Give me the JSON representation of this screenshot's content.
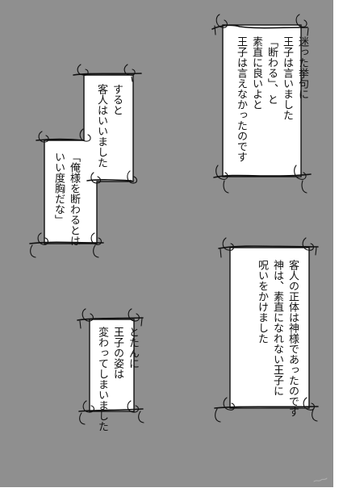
{
  "page": {
    "background_color": "#8f8f8f",
    "paper_color": "#ffffff",
    "ink_color": "#111111"
  },
  "captions": {
    "top_right": {
      "lines": [
        "迷った挙句に",
        "王子は言いました",
        "「断わる」、と",
        "素直に良いよと",
        "王子は言えなかったのです"
      ]
    },
    "left_stepped": {
      "lines": [
        "すると",
        "客人はいいました",
        "「俺様を断わるとは",
        "いい度胸だな」"
      ]
    },
    "bottom_right": {
      "lines": [
        "客人の正体は神様であったのです",
        "神は、素直になれない王子に",
        "呪いをかけました"
      ]
    },
    "bottom_center": {
      "lines": [
        "とたんに",
        "王子の姿は",
        "変わってしまいました"
      ]
    }
  }
}
